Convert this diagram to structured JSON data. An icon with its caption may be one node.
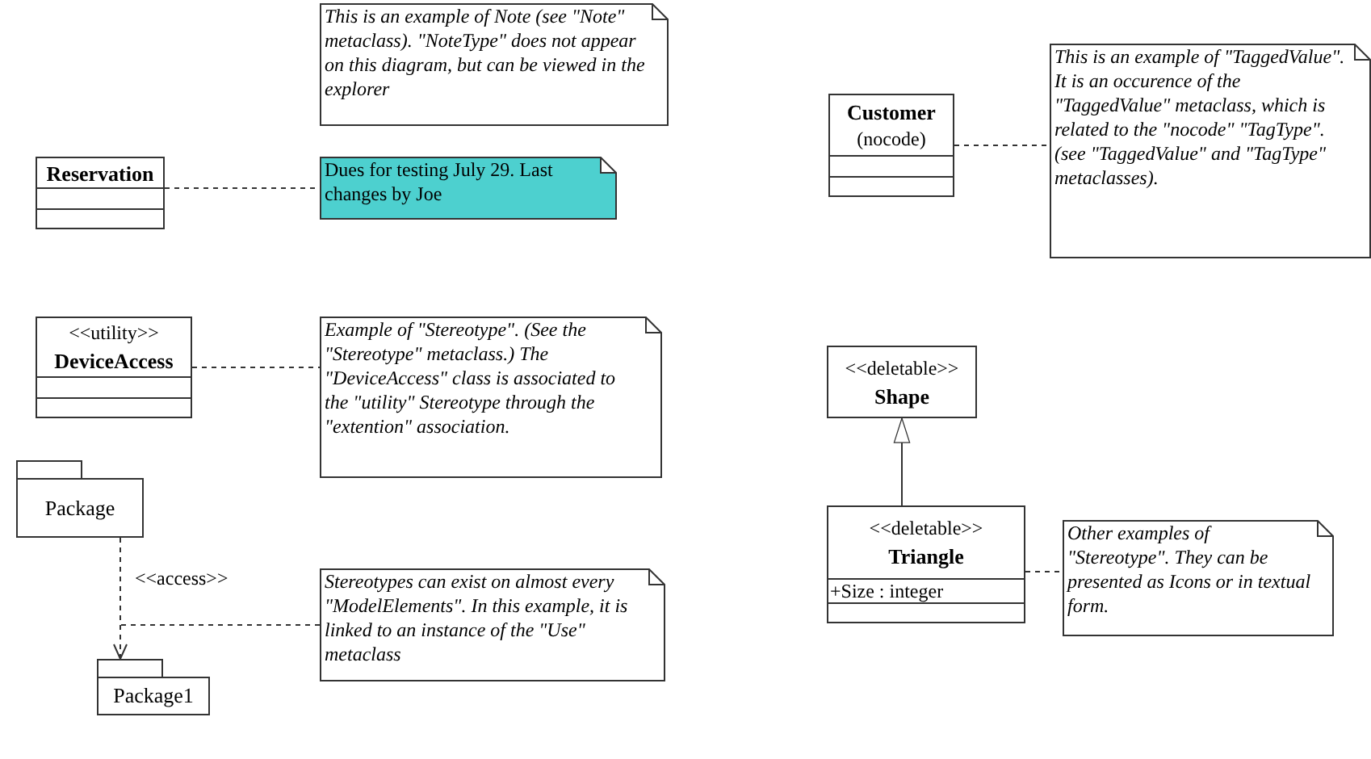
{
  "diagram": {
    "nodes": [
      {
        "text": [
          "This is an example of Note (see \"Note\" metaclass). \"NoteType\" does not appear on this diagram, but can be viewed in the explorer"
        ]
      },
      {
        "text": [
          "Reservation"
        ]
      },
      {
        "text": [
          "Dues for testing July 29. Last changes by Joe"
        ]
      },
      {
        "text": [
          "Customer",
          "(nocode)"
        ]
      },
      {
        "text": [
          "This is an example of \"TaggedValue\". It is an occurence of the \"TaggedValue\" metaclass, which is related to the \"nocode\" \"TagType\". (see \"TaggedValue\" and \"TagType\" metaclasses)."
        ]
      },
      {
        "text": [
          "<<utility>>",
          "DeviceAccess"
        ]
      },
      {
        "text": [
          "Example of \"Stereotype\". (See the \"Stereotype\" metaclass.) The \"DeviceAccess\" class is associated to the \"utility\" Stereotype through the \"extention\" association."
        ]
      },
      {
        "text": [
          "Package"
        ]
      },
      {
        "text": [
          "Package1"
        ]
      },
      {
        "text": [
          "Stereotypes can exist on almost every \"ModelElements\". In this example, it is linked to an instance of the \"Use\" metaclass"
        ]
      },
      {
        "text": [
          "<<deletable>>",
          "Shape"
        ]
      },
      {
        "text": [
          "<<deletable>>",
          "Triangle",
          "+Size : integer"
        ]
      },
      {
        "text": [
          "Other examples of \"Stereotype\". They can be presented as Icons or in textual form."
        ]
      }
    ],
    "edges": [
      {
        "from": 1,
        "to": 2,
        "arrow": "none",
        "style": "dashed"
      },
      {
        "from": 3,
        "to": 4,
        "arrow": "none",
        "style": "dashed"
      },
      {
        "from": 5,
        "to": 6,
        "arrow": "none",
        "style": "dashed"
      },
      {
        "from": 7,
        "to": 8,
        "arrow": "to",
        "style": "dashed",
        "label": "<<access>>"
      },
      {
        "from": 9,
        "to": null,
        "arrow": "none",
        "style": "dashed"
      },
      {
        "from": 11,
        "to": 10,
        "arrow": "to"
      },
      {
        "from": 11,
        "to": 12,
        "arrow": "none",
        "style": "dashed"
      }
    ]
  }
}
